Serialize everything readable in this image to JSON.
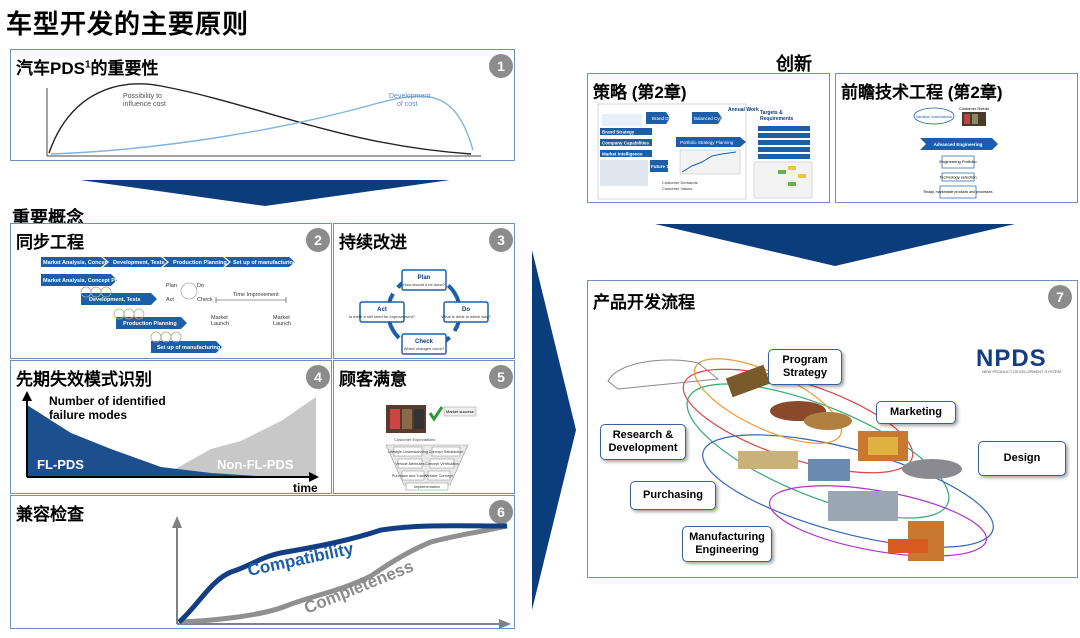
{
  "page_title": "车型开发的主要原则",
  "sections": {
    "key_concepts": "重要概念",
    "innovation": "创新"
  },
  "panel1": {
    "title_pre": "汽车PDS",
    "title_sup": "1",
    "title_post": "的重要性",
    "badge": "1",
    "curve1_label_1": "Possibility to",
    "curve1_label_2": "influence cost",
    "curve2_label_1": "Development",
    "curve2_label_2": "of cost"
  },
  "panel2": {
    "title": "同步工程",
    "badge": "2",
    "top_row": [
      "Market Analysis, Concept Phase, Design Phase",
      "Development, Tests",
      "Production Planning",
      "Set up of manufacturing"
    ],
    "stair": [
      "Market Analysis, Concept Phase, Design Phase",
      "Development, Tests",
      "Production Planning",
      "Set up of manufacturing"
    ],
    "pdca": [
      "Plan",
      "Do",
      "Act",
      "Check"
    ],
    "time_improvement": "Time Improvement",
    "market_launch_1": "Market",
    "market_launch_2": "Launch"
  },
  "panel3": {
    "title": "持续改进",
    "badge": "3",
    "plan": "Plan",
    "plan_sub": "How should it be done?",
    "do": "Do",
    "do_sub": "What is done in which way?",
    "check": "Check",
    "check_sub": "Which changes occur?",
    "act": "Act",
    "act_sub": "Is there a still need for improvement?"
  },
  "panel4": {
    "title": "先期失效模式识别",
    "badge": "4",
    "ylabel_1": "Number of identified",
    "ylabel_2": "failure modes",
    "fl_label": "FL-PDS",
    "nonfl_label": "Non-FL-PDS",
    "xlabel": "time"
  },
  "panel5": {
    "title": "顾客满意",
    "badge": "5",
    "tag": "Market success",
    "funnel": [
      "Customer Expectations",
      "Lifestyle Understanding",
      "Concept Satisfaction",
      "Vehicle Attributes",
      "Concept Verification",
      "Purchase and Travel Info",
      "Vehicle Concept",
      "Implementation"
    ]
  },
  "panel6": {
    "title": "兼容检查",
    "badge": "6",
    "line1": "Compatibility",
    "line2": "Completeness"
  },
  "panel_strategy": {
    "title": "策略 (第2章)",
    "annual_work": "Annual Work",
    "items": [
      "Brand Strategy",
      "Company Capabilities",
      "Market Intelligence",
      "Future Trends"
    ],
    "brand_dna": "Brand DNA",
    "balanced_cycle": "Balanced Cycle Plan",
    "portfolio": "Portfolio Strategy Planning",
    "targets_1": "Targets &",
    "targets_2": "Requirements",
    "bullets": [
      "Customer Demands",
      "Customer Values"
    ]
  },
  "panel_advanced": {
    "title": "前瞻技术工程 (第2章)",
    "ideation": "Ideation Innovations",
    "customer_needs": "Customer Needs",
    "adv_eng": "Advanced Engineering",
    "steps": [
      "Engineering Portfolio",
      "Technology selection",
      "Ready, marketable products and processes"
    ]
  },
  "panel7": {
    "title": "产品开发流程",
    "badge": "7",
    "logo": "NPDS",
    "logo_sub": "NEW PRODUCT DEVELOPMENT SYSTEM",
    "callouts": {
      "program": "Program Strategy",
      "rd": "Research & Development",
      "marketing": "Marketing",
      "design": "Design",
      "purchasing": "Purchasing",
      "manufacturing": "Manufacturing Engineering"
    }
  },
  "colors": {
    "navy": "#0b3d7c",
    "blue": "#1d5ea8",
    "light_blue": "#6fa0d8",
    "gray": "#8c8c8c",
    "border": "#6e8fbf"
  }
}
